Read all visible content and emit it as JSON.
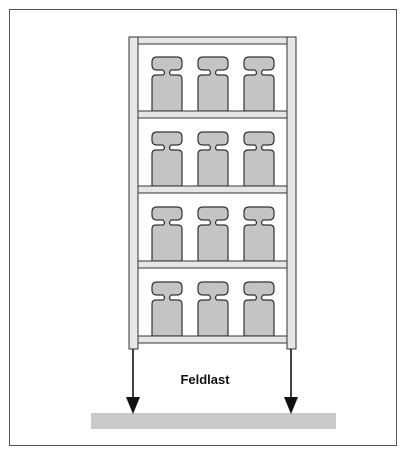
{
  "diagram": {
    "label": "Feldlast",
    "colors": {
      "frame_stroke": "#555555",
      "upright_fill": "#e6e6e6",
      "shelf_fill": "#e6e6e6",
      "weight_fill": "#c4c4c4",
      "outline": "#333333",
      "arrow": "#111111",
      "floor": "#c9c9c9"
    },
    "rack": {
      "levels": 4,
      "weights_per_level": 3,
      "weight_icon": "calibration-weight-icon"
    }
  }
}
